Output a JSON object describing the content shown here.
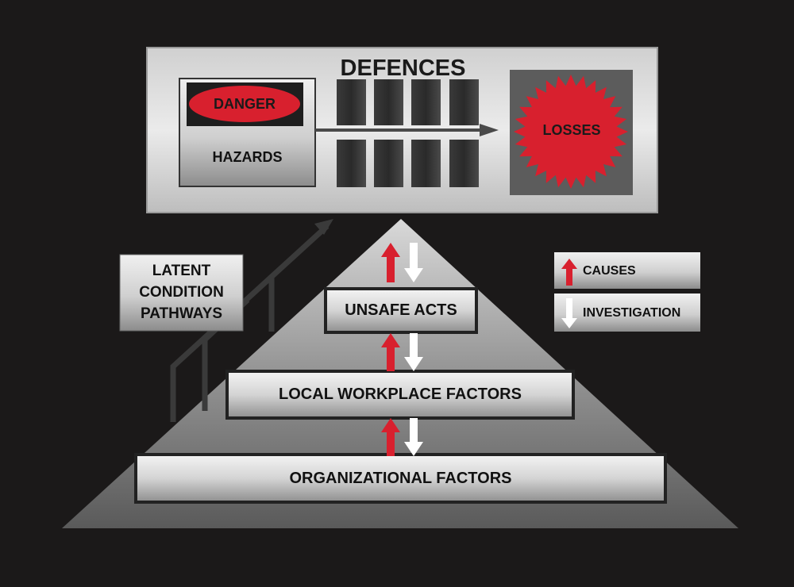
{
  "colors": {
    "background": "#1b1919",
    "danger_red": "#d8202e",
    "panel_light": "#e2e2e2",
    "panel_dark": "#5c5c5c"
  },
  "defences": {
    "title": "DEFENCES",
    "danger_label": "DANGER",
    "hazards_label": "HAZARDS",
    "losses_label": "LOSSES"
  },
  "latent": {
    "line1": "LATENT",
    "line2": "CONDITION",
    "line3": "PATHWAYS"
  },
  "legend": {
    "causes_icon": "up-arrow-red",
    "causes_label": "CAUSES",
    "investigation_icon": "down-arrow-white",
    "investigation_label": "INVESTIGATION"
  },
  "pyramid": {
    "levels": [
      {
        "label": "UNSAFE ACTS"
      },
      {
        "label": "LOCAL WORKPLACE FACTORS"
      },
      {
        "label": "ORGANIZATIONAL FACTORS"
      }
    ]
  }
}
